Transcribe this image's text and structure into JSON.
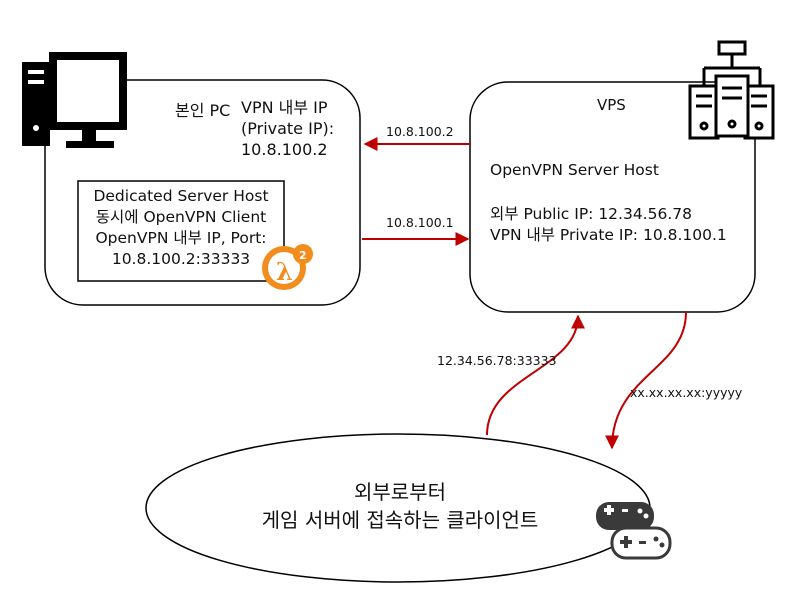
{
  "pc": {
    "label": "본인 PC",
    "vpn_ip_lines": [
      "VPN 내부 IP",
      "(Private IP):",
      "10.8.100.2"
    ]
  },
  "dedicated_server": {
    "lines": [
      "Dedicated Server Host",
      "동시에 OpenVPN Client",
      "OpenVPN 내부 IP, Port:",
      "10.8.100.2:33333"
    ]
  },
  "vps": {
    "label": "VPS",
    "host": "OpenVPN Server Host",
    "ip_lines": [
      "외부 Public IP: 12.34.56.78",
      "VPN 내부 Private IP: 10.8.100.1"
    ]
  },
  "arrows": {
    "vps_to_pc": "10.8.100.2",
    "pc_to_vps": "10.8.100.1",
    "client_to_vps": "12.34.56.78:33333",
    "vps_to_client": "xx.xx.xx.xx:yyyyy"
  },
  "client": {
    "lines": [
      "외부로부터",
      "게임 서버에 접속하는 클라이언트"
    ]
  },
  "colors": {
    "arrow": "#c00000",
    "outline": "#000000",
    "halflife_orange": "#f28c1d"
  },
  "icons": [
    "desktop-pc-icon",
    "server-rack-icon",
    "half-life-2-logo",
    "gamepads-icon"
  ]
}
